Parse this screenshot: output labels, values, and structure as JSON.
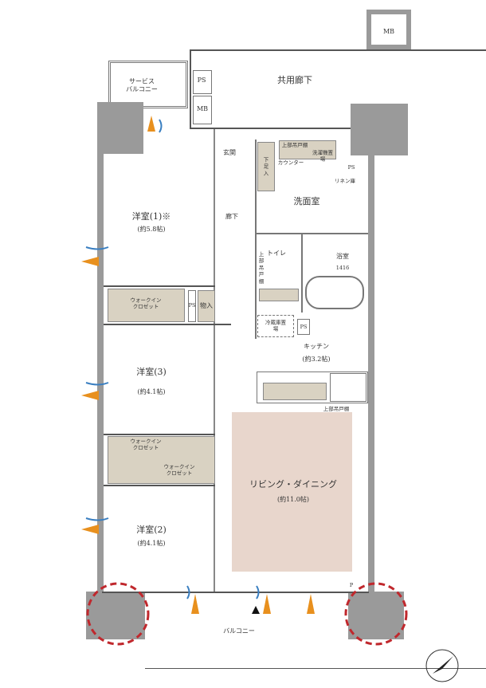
{
  "corridor": {
    "label": "共用廊下",
    "mb": "MB"
  },
  "service_balcony": {
    "line1": "サービス",
    "line2": "バルコニー"
  },
  "ps_top": "PS",
  "mb_top": "MB",
  "entrance": {
    "label": "玄関",
    "shoe_box": "下足入"
  },
  "hallway": "廊下",
  "washroom": {
    "label": "洗面室",
    "upper_cabinet": "上部吊戸棚",
    "counter": "カウンター",
    "washer": "洗濯機置場",
    "linen": "リネン庫",
    "ps": "PS"
  },
  "toilet": {
    "label": "トイレ",
    "upper_cabinet": "上部吊戸棚"
  },
  "bathroom": {
    "label": "浴室",
    "size": "1416"
  },
  "fridge": "冷蔵庫置場",
  "ps_kitchen": "PS",
  "kitchen": {
    "label": "キッチン",
    "size": "(約3.2帖)",
    "upper_cabinet": "上部吊戸棚"
  },
  "room1": {
    "label": "洋室(1)※",
    "size": "(約5.8帖)"
  },
  "wic1": {
    "line1": "ウォークイン",
    "line2": "クロゼット",
    "ps": "PS",
    "storage": "物入"
  },
  "room3": {
    "label": "洋室(3)",
    "size": "(約4.1帖)"
  },
  "wic2": {
    "line1": "ウォークイン",
    "line2": "クロゼット"
  },
  "wic3": {
    "line1": "ウォークイン",
    "line2": "クロゼット"
  },
  "room2": {
    "label": "洋室(2)",
    "size": "(約4.1帖)"
  },
  "living": {
    "label": "リビング・ダイニング",
    "size": "(約11.0帖)",
    "color": "#e8d6cc"
  },
  "balcony": "バルコニー",
  "balcony_p": "P",
  "colors": {
    "wall": "#9a9a9a",
    "fixture": "#d9d2c2",
    "highlight_circle": "#c0282d",
    "airflow_orange": "#e8901e",
    "airflow_blue": "#3a7fc1"
  }
}
